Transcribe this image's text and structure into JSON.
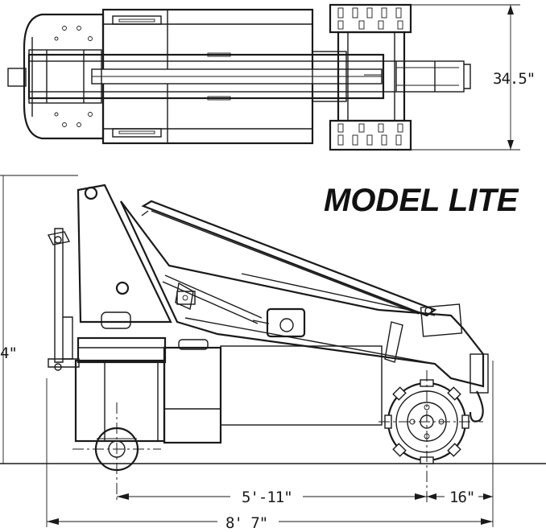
{
  "title": "MODEL LITE",
  "dimensions": {
    "width": "34.5\"",
    "wheelbase": "5'-11\"",
    "front_overhang": "16\"",
    "overall_length": "8' 7\"",
    "height_partial": "4\""
  }
}
